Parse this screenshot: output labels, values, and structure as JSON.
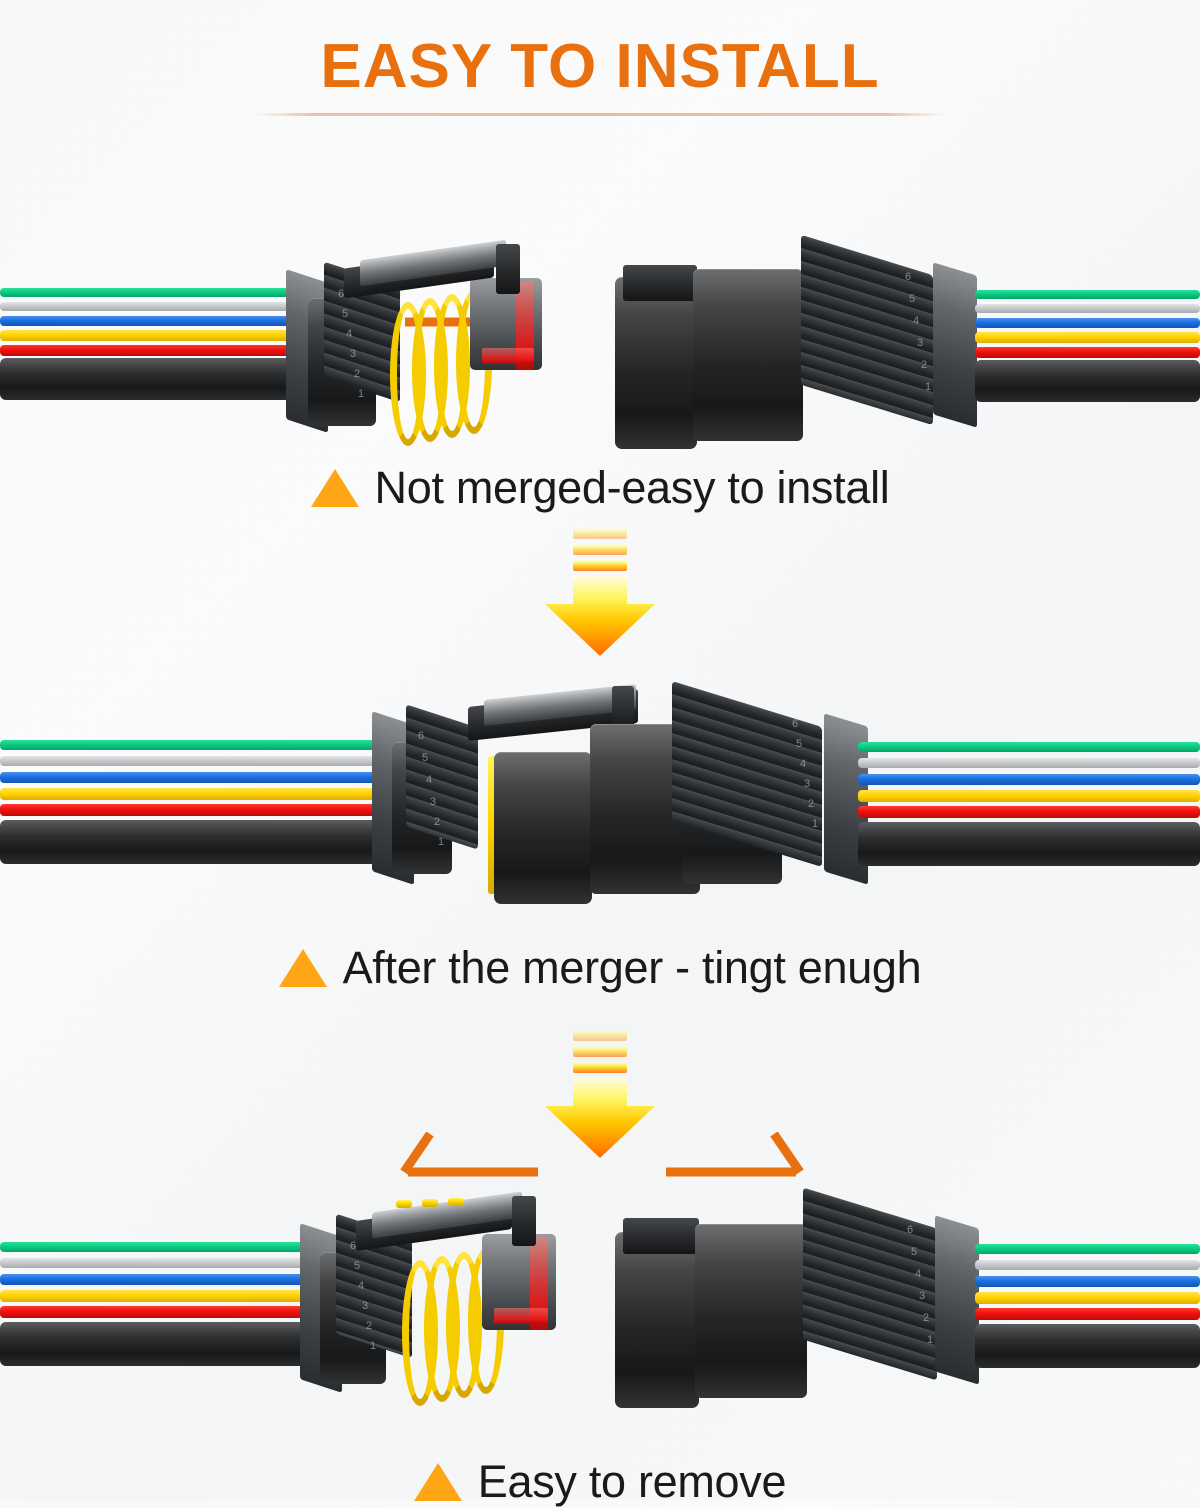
{
  "header": {
    "title": "EASY TO INSTALL",
    "accent_color": "#e8700e",
    "underline_color": "#e9bb9c"
  },
  "background": {
    "color": "#f7f8f8"
  },
  "wire_colors": [
    {
      "name": "green",
      "hex": "#0dcb84"
    },
    {
      "name": "white",
      "hex": "#c8cacc"
    },
    {
      "name": "blue",
      "hex": "#1b6fe0"
    },
    {
      "name": "yellow",
      "hex": "#ffd400"
    },
    {
      "name": "red",
      "hex": "#f01010"
    },
    {
      "name": "black",
      "hex": "#232527"
    }
  ],
  "bullet_color": "#ffa617",
  "arrow_color": "#e8700e",
  "down_arrow_colors": {
    "top": "#fffbb0",
    "mid": "#ffd400",
    "bottom": "#ff7a0a"
  },
  "panels": [
    {
      "id": "panel-unmerged",
      "caption": "Not merged-easy to install",
      "arrow_direction": "inward",
      "connector_left": {
        "type": "female-socket",
        "pins": [
          "6",
          "5",
          "4",
          "3",
          "2",
          "1"
        ],
        "seal_color": "#ffd400"
      },
      "connector_right": {
        "type": "male-plug",
        "pins": [
          "6",
          "5",
          "4",
          "3",
          "2",
          "1"
        ]
      }
    },
    {
      "id": "panel-merged",
      "caption": "After the merger - tingt enugh",
      "arrow_direction": "none",
      "connector": {
        "type": "mated-pair",
        "pins_left": [
          "6",
          "5",
          "4",
          "3",
          "2",
          "1"
        ],
        "pins_right": [
          "6",
          "5",
          "4",
          "3",
          "2",
          "1"
        ]
      }
    },
    {
      "id": "panel-remove",
      "caption": "Easy to remove",
      "arrow_direction": "outward",
      "connector_left": {
        "type": "female-socket",
        "pins": [
          "6",
          "5",
          "4",
          "3",
          "2",
          "1"
        ],
        "seal_color": "#ffd400"
      },
      "connector_right": {
        "type": "male-plug",
        "pins": [
          "6",
          "5",
          "4",
          "3",
          "2",
          "1"
        ]
      }
    }
  ]
}
